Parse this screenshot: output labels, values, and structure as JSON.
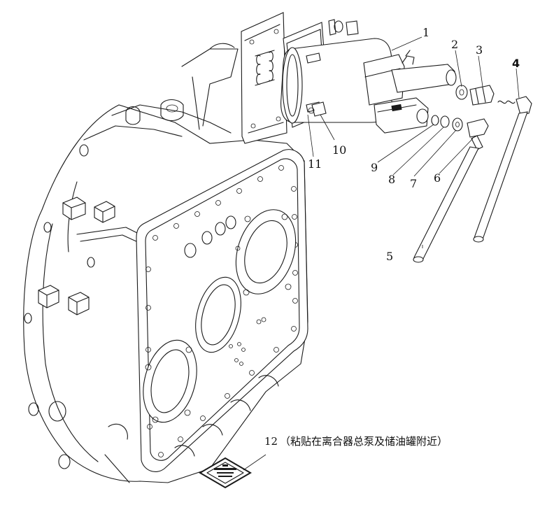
{
  "callouts": [
    {
      "id": "1",
      "label": "1"
    },
    {
      "id": "2",
      "label": "2"
    },
    {
      "id": "3",
      "label": "3"
    },
    {
      "id": "4",
      "label": "4"
    },
    {
      "id": "5",
      "label": "5"
    },
    {
      "id": "6",
      "label": "6"
    },
    {
      "id": "7",
      "label": "7"
    },
    {
      "id": "8",
      "label": "8"
    },
    {
      "id": "9",
      "label": "9"
    },
    {
      "id": "10",
      "label": "10"
    },
    {
      "id": "11",
      "label": "11"
    }
  ],
  "note": {
    "number": "12",
    "text": "（粘贴在离合器总泵及储油罐附近）"
  }
}
